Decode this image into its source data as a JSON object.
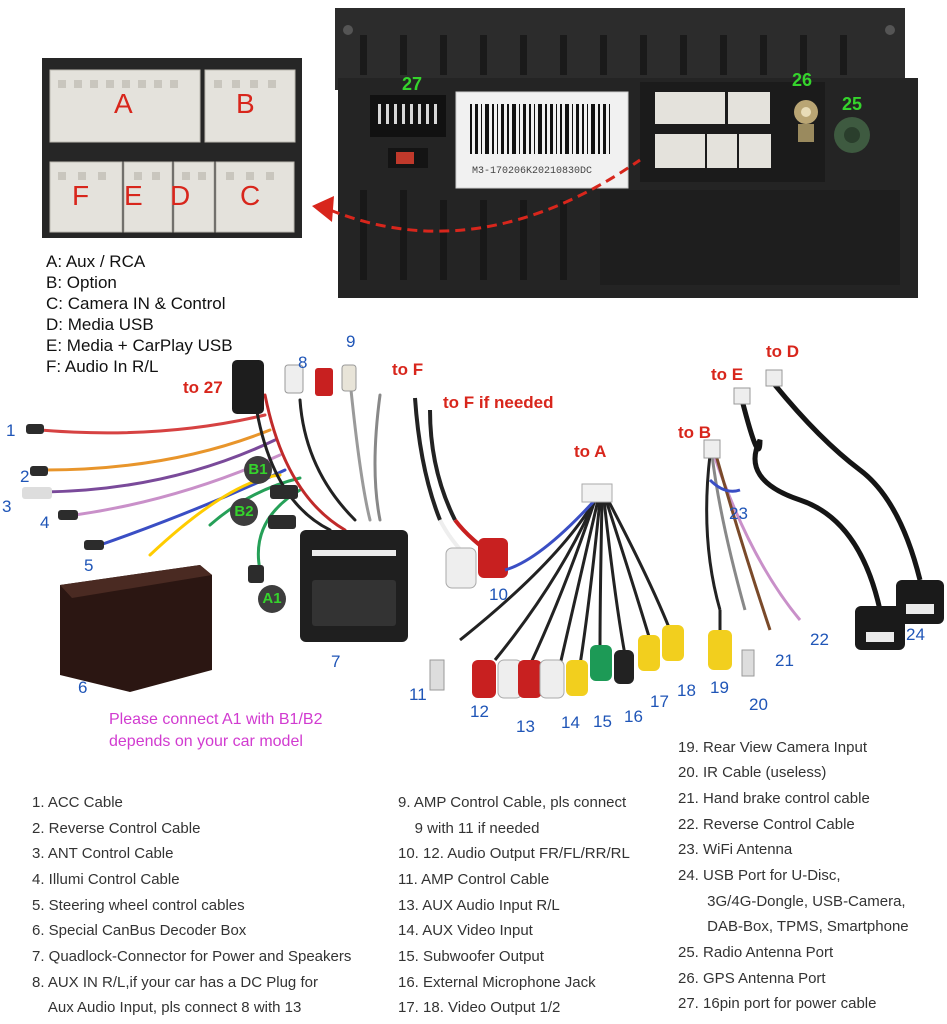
{
  "colors": {
    "dest": "#d8261c",
    "number": "#1f55b7",
    "badge_text": "#35d42c",
    "note": "#d13bd0"
  },
  "inset": {
    "letters": [
      "A",
      "B",
      "F",
      "E",
      "D",
      "C"
    ]
  },
  "unit": {
    "label_code": "M3-170206K20210830DC",
    "ports": {
      "p27": "27",
      "p26": "26",
      "p25": "25"
    }
  },
  "legend": [
    "A: Aux / RCA",
    "B: Option",
    "C: Camera IN & Control",
    "D: Media USB",
    "E: Media + CarPlay USB",
    "F: Audio In R/L"
  ],
  "destinations": {
    "to27": "to 27",
    "toF": "to F",
    "toFneeded": "to F if needed",
    "toA": "to A",
    "toB": "to B",
    "toE": "to E",
    "toD": "to D"
  },
  "badges": {
    "b1": "B1",
    "b2": "B2",
    "a1": "A1"
  },
  "numbers": {
    "n1": "1",
    "n2": "2",
    "n3": "3",
    "n4": "4",
    "n5": "5",
    "n6": "6",
    "n7": "7",
    "n8": "8",
    "n9": "9",
    "n10": "10",
    "n11": "11",
    "n12": "12",
    "n13": "13",
    "n14": "14",
    "n15": "15",
    "n16": "16",
    "n17": "17",
    "n18": "18",
    "n19": "19",
    "n20": "20",
    "n21": "21",
    "n22": "22",
    "n23": "23",
    "n24": "24"
  },
  "note": {
    "line1": "Please connect A1 with B1/B2",
    "line2": "depends on your car model"
  },
  "descriptions": {
    "col1": [
      "1. ACC Cable",
      "2. Reverse Control Cable",
      "3. ANT Control Cable",
      "4. Illumi Control Cable",
      "5. Steering wheel control cables",
      "6. Special CanBus Decoder Box",
      "7. Quadlock-Connector for Power and Speakers",
      "8. AUX IN R/L,if your car has a DC Plug for",
      "    Aux Audio Input, pls connect 8 with 13"
    ],
    "col2": [
      "9. AMP Control Cable, pls connect",
      "    9 with 11 if needed",
      "10. 12. Audio Output FR/FL/RR/RL",
      "11. AMP Control Cable",
      "13. AUX Audio Input R/L",
      "14. AUX Video Input",
      "15. Subwoofer Output",
      "16. External Microphone Jack",
      "17. 18. Video Output 1/2"
    ],
    "col3": [
      "19. Rear View Camera Input",
      "20. IR Cable (useless)",
      "21. Hand brake control cable",
      "22. Reverse Control Cable",
      "23. WiFi Antenna",
      "24. USB Port for U-Disc,",
      "       3G/4G-Dongle, USB-Camera,",
      "       DAB-Box, TPMS, Smartphone",
      "25. Radio Antenna Port",
      "26. GPS Antenna Port",
      "27. 16pin port for power cable"
    ]
  }
}
